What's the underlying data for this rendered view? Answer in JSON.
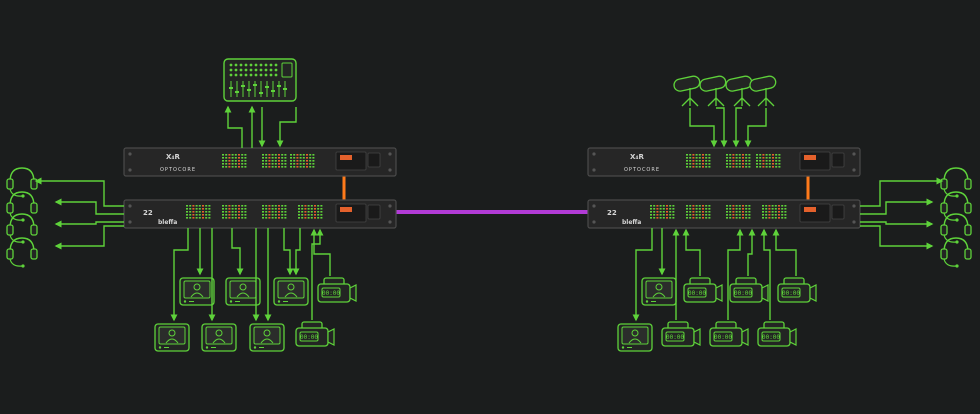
{
  "colors": {
    "background": "#1b1d1d",
    "signal": "#5ed23a",
    "fiber_link": "#b23bd6",
    "local_link": "#ff7a1a",
    "rack_face": "#262626",
    "rack_edge": "#4a4a4a"
  },
  "left_system": {
    "top_unit": {
      "brand_logo": "X₄R",
      "brand_name": "OPTOCORE"
    },
    "bottom_unit": {
      "model_code": "22",
      "logo": "bleffa",
      "io_icons": [
        "monitor-icon",
        "monitor-icon",
        "monitor-icon",
        "monitor-icon",
        "monitor-icon",
        "monitor-icon",
        "camera-icon",
        "camera-icon"
      ]
    },
    "peripherals": [
      "mixer-console-icon",
      "headset-icon",
      "headset-icon",
      "headset-icon",
      "headset-icon"
    ]
  },
  "right_system": {
    "top_unit": {
      "brand_logo": "X₄R",
      "brand_name": "OPTOCORE"
    },
    "bottom_unit": {
      "model_code": "22",
      "logo": "bleffa",
      "io_icons": [
        "monitor-icon",
        "monitor-icon",
        "camera-icon",
        "camera-icon",
        "camera-icon",
        "camera-icon",
        "camera-icon",
        "camera-icon"
      ]
    },
    "peripherals": [
      "microphone-icon",
      "microphone-icon",
      "microphone-icon",
      "microphone-icon",
      "headset-icon",
      "headset-icon",
      "headset-icon",
      "headset-icon"
    ]
  },
  "camera_display": "00:00"
}
